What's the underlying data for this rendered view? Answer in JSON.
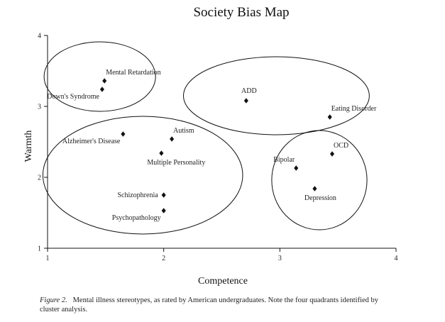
{
  "chart_data": {
    "type": "scatter",
    "title": "Society Bias Map",
    "xlabel": "Competence",
    "ylabel": "Warmth",
    "xlim": [
      1,
      4
    ],
    "ylim": [
      1,
      4
    ],
    "xticks": [
      1,
      2,
      3,
      4
    ],
    "yticks": [
      1,
      2,
      3,
      4
    ],
    "grid": false,
    "marker": "diamond",
    "points": [
      {
        "label": "Mental Retardation",
        "x": 1.49,
        "y": 3.36,
        "label_pos": "above-right"
      },
      {
        "label": "Down's Syndrome",
        "x": 1.47,
        "y": 3.24,
        "label_pos": "below-left"
      },
      {
        "label": "ADD",
        "x": 2.71,
        "y": 3.08,
        "label_pos": "above"
      },
      {
        "label": "Eating Disorder",
        "x": 3.43,
        "y": 2.85,
        "label_pos": "above-right"
      },
      {
        "label": "Autism",
        "x": 2.07,
        "y": 2.54,
        "label_pos": "above-right"
      },
      {
        "label": "Alzheimer's Disease",
        "x": 1.65,
        "y": 2.61,
        "label_pos": "below-left"
      },
      {
        "label": "Multiple Personality",
        "x": 1.98,
        "y": 2.34,
        "label_pos": "below-right"
      },
      {
        "label": "OCD",
        "x": 3.45,
        "y": 2.33,
        "label_pos": "above-right"
      },
      {
        "label": "Bipolar",
        "x": 3.14,
        "y": 2.13,
        "label_pos": "above-left"
      },
      {
        "label": "Depression",
        "x": 3.3,
        "y": 1.84,
        "label_pos": "below"
      },
      {
        "label": "Schizophrenia",
        "x": 2.0,
        "y": 1.75,
        "label_pos": "left"
      },
      {
        "label": "Psychopathology",
        "x": 2.0,
        "y": 1.53,
        "label_pos": "below-left"
      }
    ],
    "clusters": [
      {
        "members": [
          "Mental Retardation",
          "Down's Syndrome"
        ],
        "cx": 1.45,
        "cy": 3.42,
        "rx": 0.48,
        "ry": 0.49
      },
      {
        "members": [
          "ADD",
          "Eating Disorder"
        ],
        "cx": 2.97,
        "cy": 3.15,
        "rx": 0.8,
        "ry": 0.55
      },
      {
        "members": [
          "Autism",
          "Alzheimer's Disease",
          "Multiple Personality",
          "Schizophrenia",
          "Psychopathology"
        ],
        "cx": 1.82,
        "cy": 2.03,
        "rx": 0.86,
        "ry": 0.83
      },
      {
        "members": [
          "OCD",
          "Bipolar",
          "Depression"
        ],
        "cx": 3.34,
        "cy": 1.96,
        "rx": 0.41,
        "ry": 0.7
      }
    ]
  },
  "caption": {
    "figure_label": "Figure 2.",
    "text": "Mental illness stereotypes, as rated by American undergraduates. Note the four quadrants identified by cluster analysis."
  }
}
